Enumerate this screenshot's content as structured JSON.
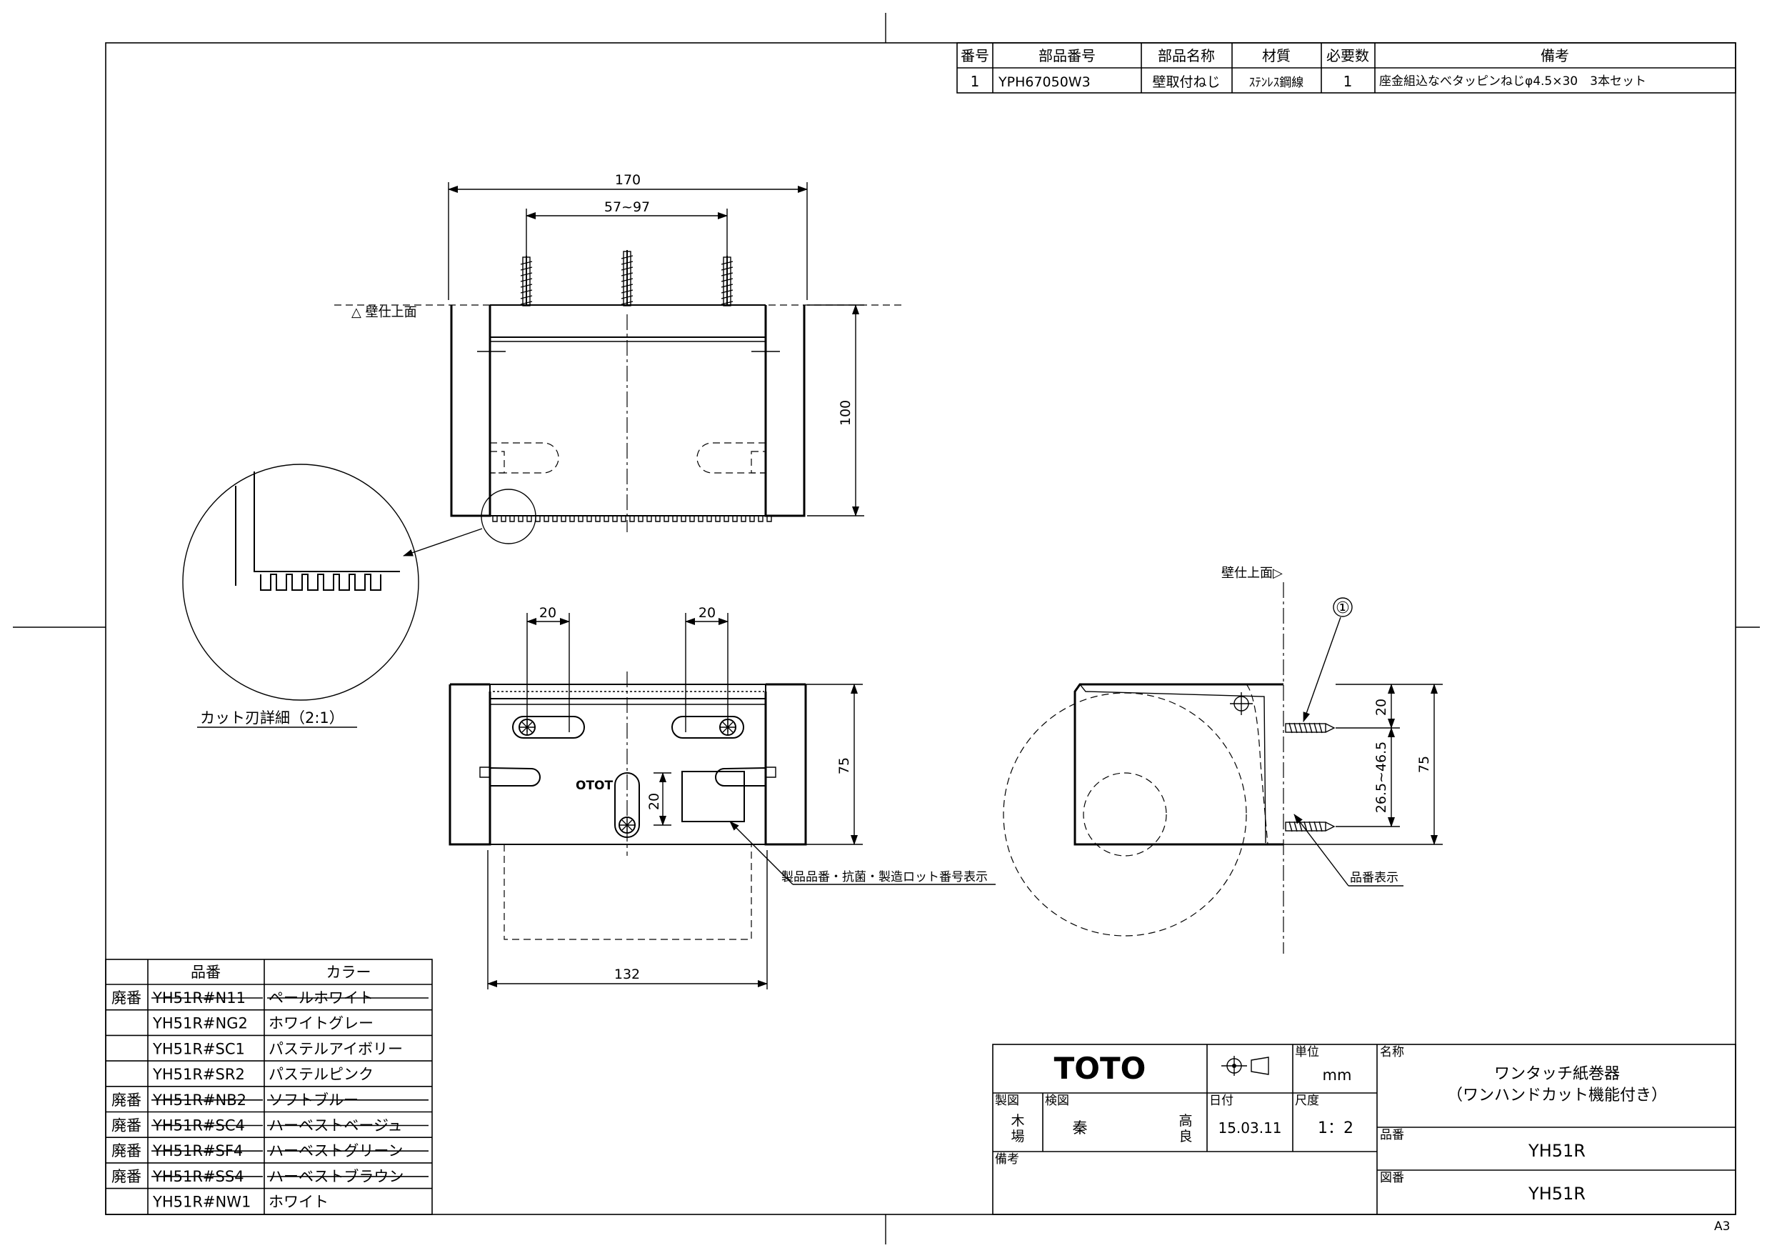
{
  "parts_table": {
    "headers": [
      "番号",
      "部品番号",
      "部品名称",
      "材質",
      "必要数",
      "備考"
    ],
    "row": [
      "1",
      "YPH67050W3",
      "壁取付ねじ",
      "ｽﾃﾝﾚｽ鋼線",
      "1",
      "座金組込なべタッピンねじφ4.5×30　3本セット"
    ]
  },
  "front_view": {
    "dim_width": "170",
    "dim_screw_span": "57~97",
    "dim_height": "100",
    "wall_label": "△ 壁仕上面"
  },
  "detail": {
    "label": "カット刃詳細（2:1）"
  },
  "bottom_view": {
    "dim_slot_left": "20",
    "dim_slot_right": "20",
    "dim_slot_vertical": "20",
    "dim_depth": "75",
    "dim_bottom_width": "132",
    "logo_text": "OTOT",
    "product_label": "製品品番・抗菌・製造ロット番号表示"
  },
  "side_view": {
    "wall_label": "壁仕上面▷",
    "balloon": "①",
    "dim_top": "20",
    "dim_range": "26.5~46.5",
    "dim_depth": "75",
    "product_mark_label": "品番表示"
  },
  "color_table": {
    "headers": [
      "品番",
      "カラー"
    ],
    "rows": [
      {
        "status": "廃番",
        "code": "YH51R#N11",
        "color": "ペールホワイト",
        "obsolete": true
      },
      {
        "status": "",
        "code": "YH51R#NG2",
        "color": "ホワイトグレー",
        "obsolete": false
      },
      {
        "status": "",
        "code": "YH51R#SC1",
        "color": "パステルアイボリー",
        "obsolete": false
      },
      {
        "status": "",
        "code": "YH51R#SR2",
        "color": "パステルピンク",
        "obsolete": false
      },
      {
        "status": "廃番",
        "code": "YH51R#NB2",
        "color": "ソフトブルー",
        "obsolete": true
      },
      {
        "status": "廃番",
        "code": "YH51R#SC4",
        "color": "ハーベストベージュ",
        "obsolete": true
      },
      {
        "status": "廃番",
        "code": "YH51R#SF4",
        "color": "ハーベストグリーン",
        "obsolete": true
      },
      {
        "status": "廃番",
        "code": "YH51R#SS4",
        "color": "ハーベストブラウン",
        "obsolete": true
      },
      {
        "status": "",
        "code": "YH51R#NW1",
        "color": "ホワイト",
        "obsolete": false
      }
    ]
  },
  "title_block": {
    "brand": "TOTO",
    "unit_label": "単位",
    "unit_value": "mm",
    "name_label": "名称",
    "name_line1": "ワンタッチ紙巻器",
    "name_line2": "（ワンハンドカット機能付き）",
    "drawn_label": "製図",
    "drawn_by_1": "木",
    "drawn_by_2": "場",
    "checked_label": "検図",
    "checked_by": "秦",
    "approved_1": "高",
    "approved_2": "良",
    "date_label": "日付",
    "date_value": "15.03.11",
    "scale_label": "尺度",
    "scale_value": "1：2",
    "remarks_label": "備考",
    "part_no_label": "品番",
    "part_no_value": "YH51R",
    "drawing_no_label": "図番",
    "drawing_no_value": "YH51R"
  },
  "sheet_size": "A3"
}
